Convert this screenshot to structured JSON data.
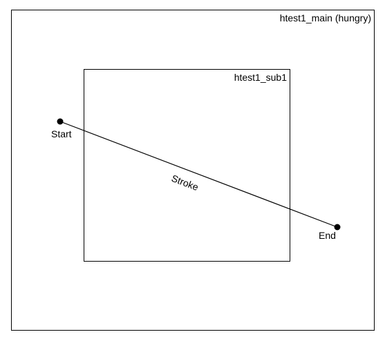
{
  "main_window": {
    "title": "htest1_main (hungry)"
  },
  "sub_window": {
    "title": "htest1_sub1"
  },
  "stroke": {
    "start_label": "Start",
    "end_label": "End",
    "line_label": "Stroke"
  },
  "colors": {
    "background": "#ffffff",
    "stroke": "#000000"
  }
}
